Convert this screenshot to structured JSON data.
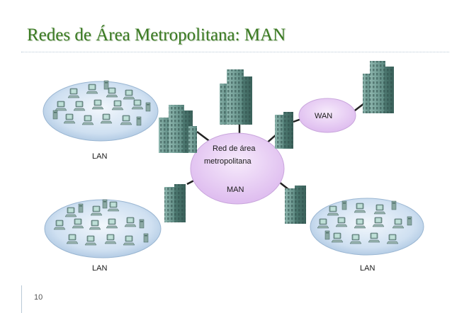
{
  "slide": {
    "title": "Redes de Área Metropolitana: MAN",
    "page_number": "10"
  },
  "diagram": {
    "man_label_line1": "Red de área",
    "man_label_line2": "metropolitana",
    "man_label_short": "MAN",
    "wan_label": "WAN",
    "lan_top_left": "LAN",
    "lan_bottom_left": "LAN",
    "lan_bottom_right": "LAN"
  },
  "colors": {
    "title": "#3a7a22",
    "cloud_fill": "#e6c9f2",
    "lan_fill": "#c8dcef",
    "building": "#6f9e96",
    "link": "#222222"
  }
}
